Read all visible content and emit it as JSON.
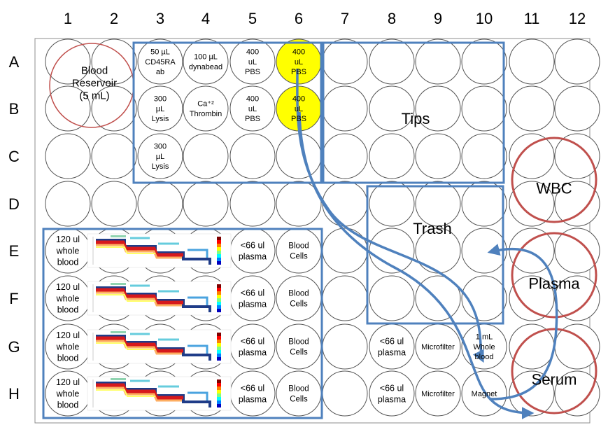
{
  "columns": [
    "1",
    "2",
    "3",
    "4",
    "5",
    "6",
    "7",
    "8",
    "9",
    "10",
    "11",
    "12"
  ],
  "rows": [
    "A",
    "B",
    "C",
    "D",
    "E",
    "F",
    "G",
    "H"
  ],
  "colors": {
    "well_stroke": "#555555",
    "highlight_fill": "#ffff00",
    "region_stroke": "#4f81bd",
    "reservoir_stroke": "#c0504d",
    "arrow_stroke": "#4f81bd",
    "text": "#000000"
  },
  "reservoirs": [
    {
      "id": "blood-reservoir",
      "lines": [
        "Blood",
        "Reservoir",
        "(5 mL)"
      ]
    },
    {
      "id": "wbc-reservoir",
      "lines": [
        "WBC"
      ]
    },
    {
      "id": "plasma-reservoir",
      "lines": [
        "Plasma"
      ]
    },
    {
      "id": "serum-reservoir",
      "lines": [
        "Serum"
      ]
    }
  ],
  "wells": [
    {
      "row": "A",
      "col": "3",
      "lines": [
        "50 µL",
        "CD45RA",
        "ab"
      ],
      "highlight": false
    },
    {
      "row": "A",
      "col": "4",
      "lines": [
        "100 µL",
        "dynabead"
      ],
      "highlight": false
    },
    {
      "row": "A",
      "col": "5",
      "lines": [
        "400",
        "uL",
        "PBS"
      ],
      "highlight": false
    },
    {
      "row": "A",
      "col": "6",
      "lines": [
        "400",
        "uL",
        "PBS"
      ],
      "highlight": true
    },
    {
      "row": "B",
      "col": "3",
      "lines": [
        "300",
        "µL",
        "Lysis"
      ],
      "highlight": false
    },
    {
      "row": "B",
      "col": "4",
      "lines": [
        "Ca⁺²",
        "Thrombin"
      ],
      "highlight": false
    },
    {
      "row": "B",
      "col": "5",
      "lines": [
        "400",
        "uL",
        "PBS"
      ],
      "highlight": false
    },
    {
      "row": "B",
      "col": "6",
      "lines": [
        "400",
        "uL",
        "PBS"
      ],
      "highlight": true
    },
    {
      "row": "C",
      "col": "3",
      "lines": [
        "300",
        "µL",
        "Lysis"
      ],
      "highlight": false
    },
    {
      "row": "E",
      "col": "1",
      "lines": [
        "120 ul",
        "whole",
        "blood"
      ],
      "highlight": false
    },
    {
      "row": "F",
      "col": "1",
      "lines": [
        "120 ul",
        "whole",
        "blood"
      ],
      "highlight": false
    },
    {
      "row": "G",
      "col": "1",
      "lines": [
        "120 ul",
        "whole",
        "blood"
      ],
      "highlight": false
    },
    {
      "row": "H",
      "col": "1",
      "lines": [
        "120 ul",
        "whole",
        "blood"
      ],
      "highlight": false
    },
    {
      "row": "E",
      "col": "5",
      "lines": [
        "<66 ul",
        "plasma"
      ],
      "highlight": false
    },
    {
      "row": "F",
      "col": "5",
      "lines": [
        "<66 ul",
        "plasma"
      ],
      "highlight": false
    },
    {
      "row": "G",
      "col": "5",
      "lines": [
        "<66 ul",
        "plasma"
      ],
      "highlight": false
    },
    {
      "row": "H",
      "col": "5",
      "lines": [
        "<66 ul",
        "plasma"
      ],
      "highlight": false
    },
    {
      "row": "E",
      "col": "6",
      "lines": [
        "Blood",
        "Cells"
      ],
      "highlight": false
    },
    {
      "row": "F",
      "col": "6",
      "lines": [
        "Blood",
        "Cells"
      ],
      "highlight": false
    },
    {
      "row": "G",
      "col": "6",
      "lines": [
        "Blood",
        "Cells"
      ],
      "highlight": false
    },
    {
      "row": "H",
      "col": "6",
      "lines": [
        "Blood",
        "Cells"
      ],
      "highlight": false
    },
    {
      "row": "G",
      "col": "8",
      "lines": [
        "<66 ul",
        "plasma"
      ],
      "highlight": false
    },
    {
      "row": "H",
      "col": "8",
      "lines": [
        "<66 ul",
        "plasma"
      ],
      "highlight": false
    },
    {
      "row": "G",
      "col": "9",
      "lines": [
        "Microfilter"
      ],
      "highlight": false
    },
    {
      "row": "H",
      "col": "9",
      "lines": [
        "Microfilter"
      ],
      "highlight": false
    },
    {
      "row": "G",
      "col": "10",
      "lines": [
        "1 mL",
        "Whole",
        "blood"
      ],
      "highlight": false
    },
    {
      "row": "H",
      "col": "10",
      "lines": [
        "Magnet"
      ],
      "highlight": false
    }
  ],
  "regions": [
    {
      "id": "reagents-region",
      "label": ""
    },
    {
      "id": "tips-region",
      "label": "Tips"
    },
    {
      "id": "trash-region",
      "label": "Trash"
    },
    {
      "id": "separation-region",
      "label": ""
    }
  ]
}
